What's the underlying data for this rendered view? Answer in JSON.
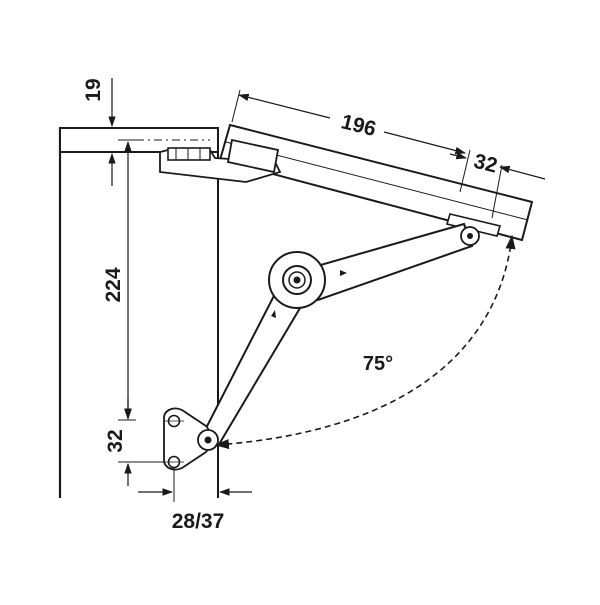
{
  "dimensions": {
    "top_thickness": "19",
    "lid_length": "196",
    "lid_offset": "32",
    "height": "224",
    "bracket_spacing": "32",
    "cabinet_offset": "28/37"
  },
  "angle": "75°",
  "colors": {
    "line": "#1a1a1a",
    "background": "#ffffff"
  }
}
